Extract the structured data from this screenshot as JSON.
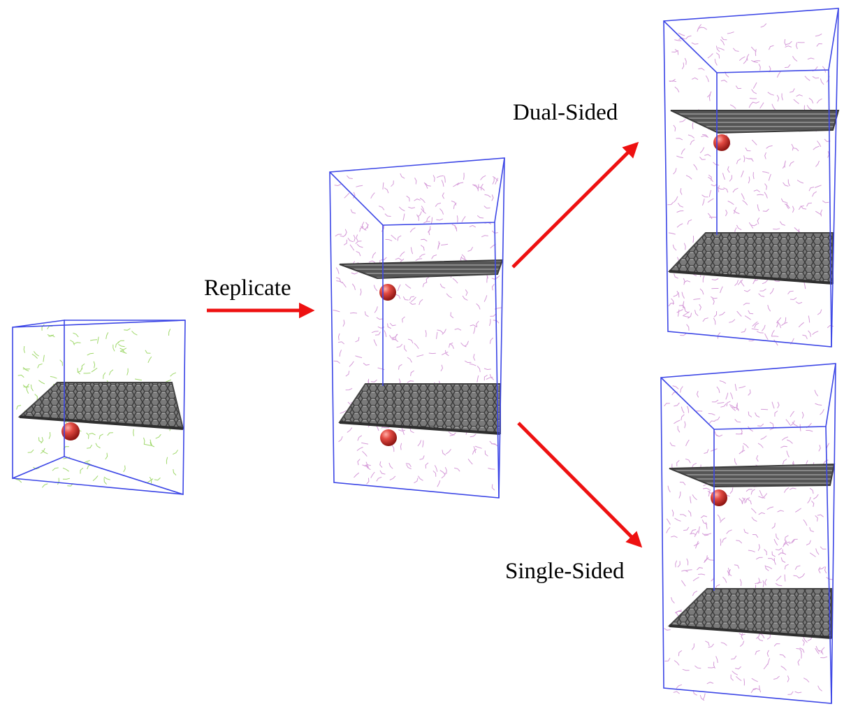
{
  "labels": {
    "replicate": "Replicate",
    "dual_sided": "Dual-Sided",
    "single_sided": "Single-Sided"
  },
  "colors": {
    "box_edge": "#3c46e6",
    "arrow": "#ee1111",
    "sheet": "#6e6e6e",
    "sphere": "#d93030",
    "water_small_box": "#9fd86a",
    "water_large_box": "#d59ad8"
  },
  "panels": [
    {
      "id": "small-box",
      "sheets": 1,
      "spheres": 1
    },
    {
      "id": "replicated-box",
      "sheets": 2,
      "spheres": 2
    },
    {
      "id": "dual-sided-box",
      "sheets": 2,
      "spheres": 1
    },
    {
      "id": "single-sided-box",
      "sheets": 2,
      "spheres": 1
    }
  ]
}
